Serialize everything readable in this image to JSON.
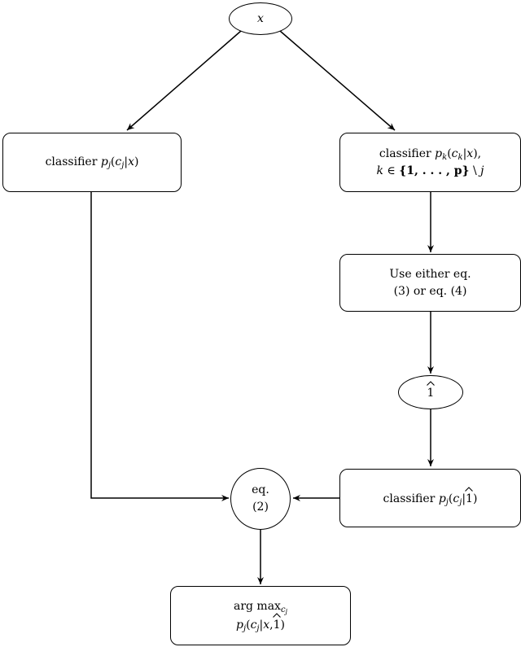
{
  "nodes": {
    "x": {
      "var": "x"
    },
    "classifier_left": {
      "word": "classifier",
      "p": "p",
      "sub": "j",
      "open": "(",
      "c": "c",
      "csub": "j",
      "bar": "|",
      "cond": "x",
      "close": ")"
    },
    "classifier_right": {
      "word": "classifier",
      "p": "p",
      "sub": "k",
      "open": "(",
      "c": "c",
      "csub": "k",
      "bar": "|",
      "cond": "x",
      "close": "),",
      "line2_k": "k",
      "line2_in": "∈",
      "line2_set": "{1, . . . , p}",
      "line2_setminus": "\\",
      "line2_j": "j"
    },
    "use_either": {
      "line1": "Use either eq.",
      "line2": "(3) or eq. (4)"
    },
    "one_hat": {
      "value": "1"
    },
    "classifier_bottom": {
      "word": "classifier",
      "p": "p",
      "sub": "j",
      "open": "(",
      "c": "c",
      "csub": "j",
      "bar": "|",
      "hatval": "1",
      "close": ")"
    },
    "eq2": {
      "line1": "eq.",
      "line2": "(2)"
    },
    "argmax": {
      "line1_op": "arg max",
      "line1_sub": "c",
      "line1_subsub": "j",
      "p": "p",
      "sub": "j",
      "open": "(",
      "c": "c",
      "csub": "j",
      "bar": "|",
      "cond": "x",
      "comma": ",",
      "hatval": "1",
      "close": ")"
    }
  }
}
